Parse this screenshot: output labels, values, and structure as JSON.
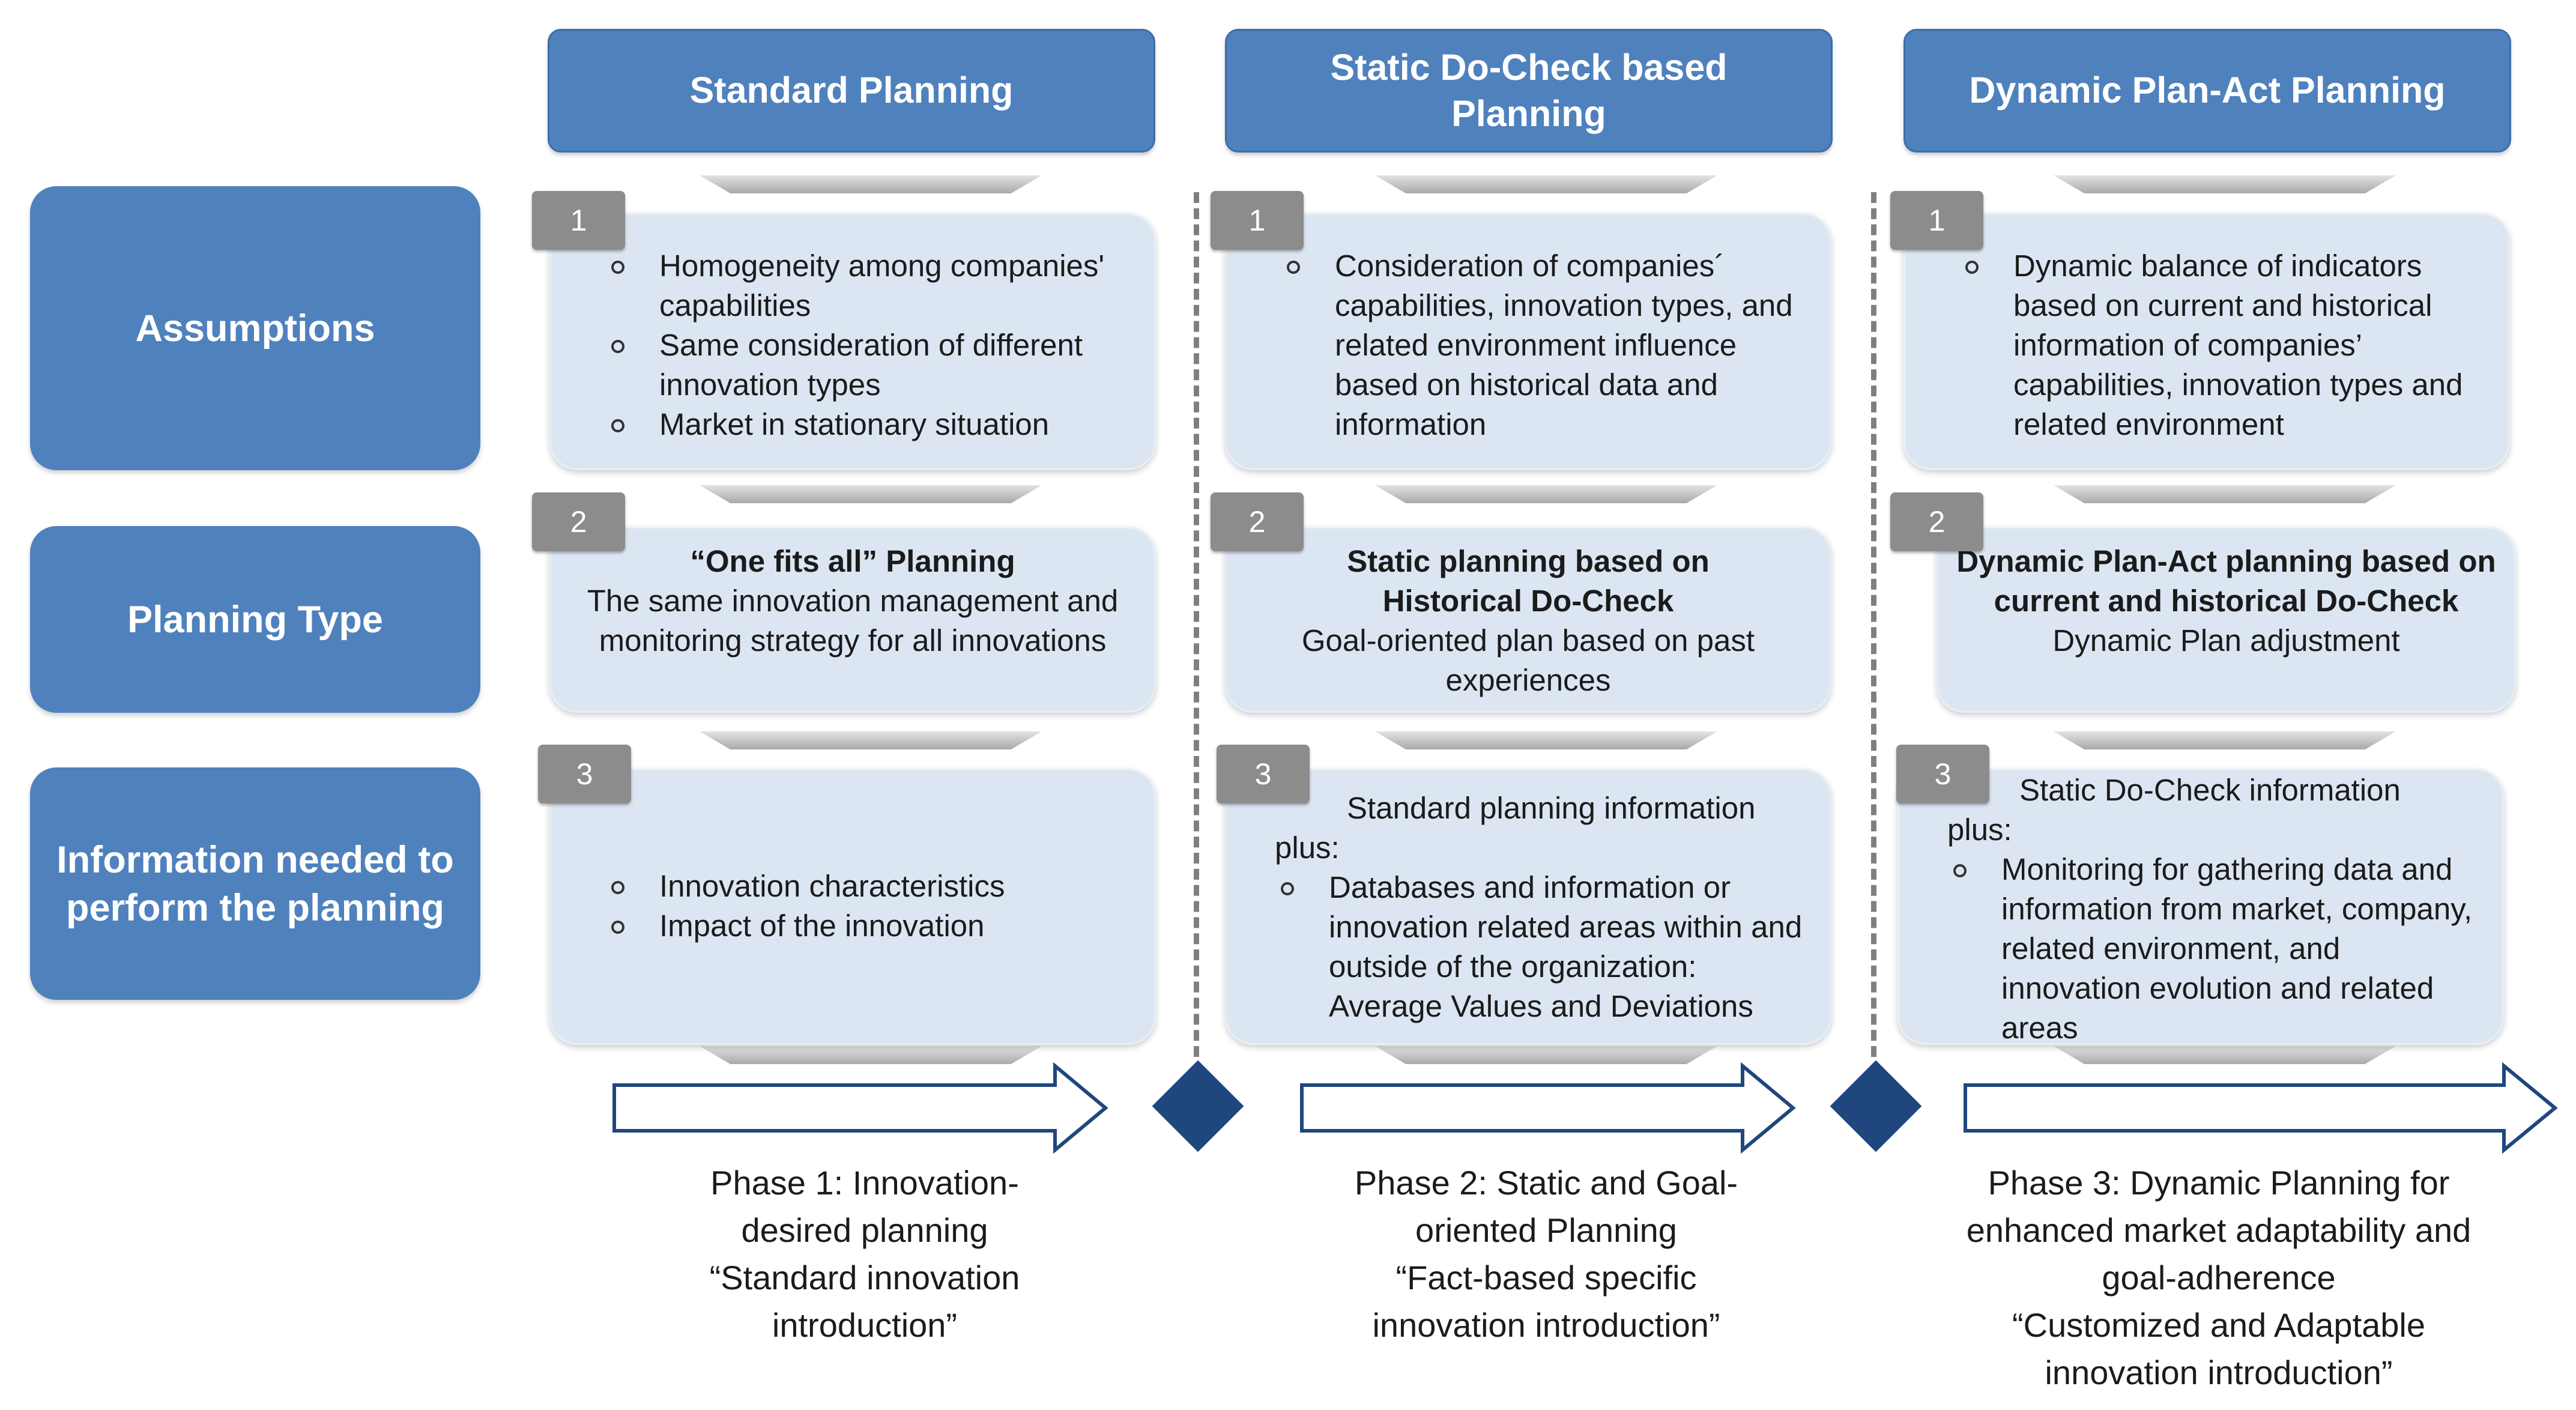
{
  "columns": [
    {
      "title": "Standard Planning"
    },
    {
      "title": "Static Do-Check based Planning"
    },
    {
      "title": "Dynamic Plan-Act Planning"
    }
  ],
  "rows": [
    {
      "label": "Assumptions"
    },
    {
      "label": "Planning Type"
    },
    {
      "label": "Information needed to perform the planning"
    }
  ],
  "badges": [
    "1",
    "2",
    "3"
  ],
  "cells": {
    "c1": {
      "assumptions": [
        "Homogeneity among companies' capabilities",
        "Same consideration of different innovation types",
        "Market in stationary situation"
      ],
      "type_title": "“One fits all” Planning",
      "type_desc": "The same innovation management and monitoring strategy for all innovations",
      "info": [
        "Innovation characteristics",
        "Impact of the innovation"
      ]
    },
    "c2": {
      "assumptions": [
        "Consideration of companies´ capabilities, innovation types, and related environment influence based on historical data and information"
      ],
      "type_title": "Static planning based on Historical Do-Check",
      "type_desc": "Goal-oriented plan based on past experiences",
      "info_intro": "Standard planning  information plus:",
      "info": [
        "Databases and information or innovation related areas within and outside of the organization: Average Values and Deviations"
      ]
    },
    "c3": {
      "assumptions": [
        "Dynamic balance of indicators based on current and historical information of companies’ capabilities, innovation types and related environment"
      ],
      "type_title": "Dynamic Plan-Act planning based on current and historical Do-Check",
      "type_desc": "Dynamic Plan adjustment",
      "info_intro": "Static Do-Check information plus:",
      "info": [
        "Monitoring for gathering data and information from market, company, related environment, and innovation evolution and related areas"
      ]
    }
  },
  "phases": [
    {
      "line1": "Phase 1: Innovation-desired planning",
      "line2": "“Standard innovation introduction”"
    },
    {
      "line1": "Phase 2: Static and Goal-oriented Planning",
      "line2": "“Fact-based specific innovation introduction”"
    },
    {
      "line1": "Phase 3: Dynamic Planning for enhanced market adaptability and goal-adherence",
      "line2": "“Customized and Adaptable innovation introduction”"
    }
  ],
  "colors": {
    "header_blue": "#4f81bd",
    "box_fill": "#dce6f2",
    "badge_gray": "#8c8c8c",
    "diamond": "#1f477d",
    "arrow_stroke": "#1f477d"
  }
}
